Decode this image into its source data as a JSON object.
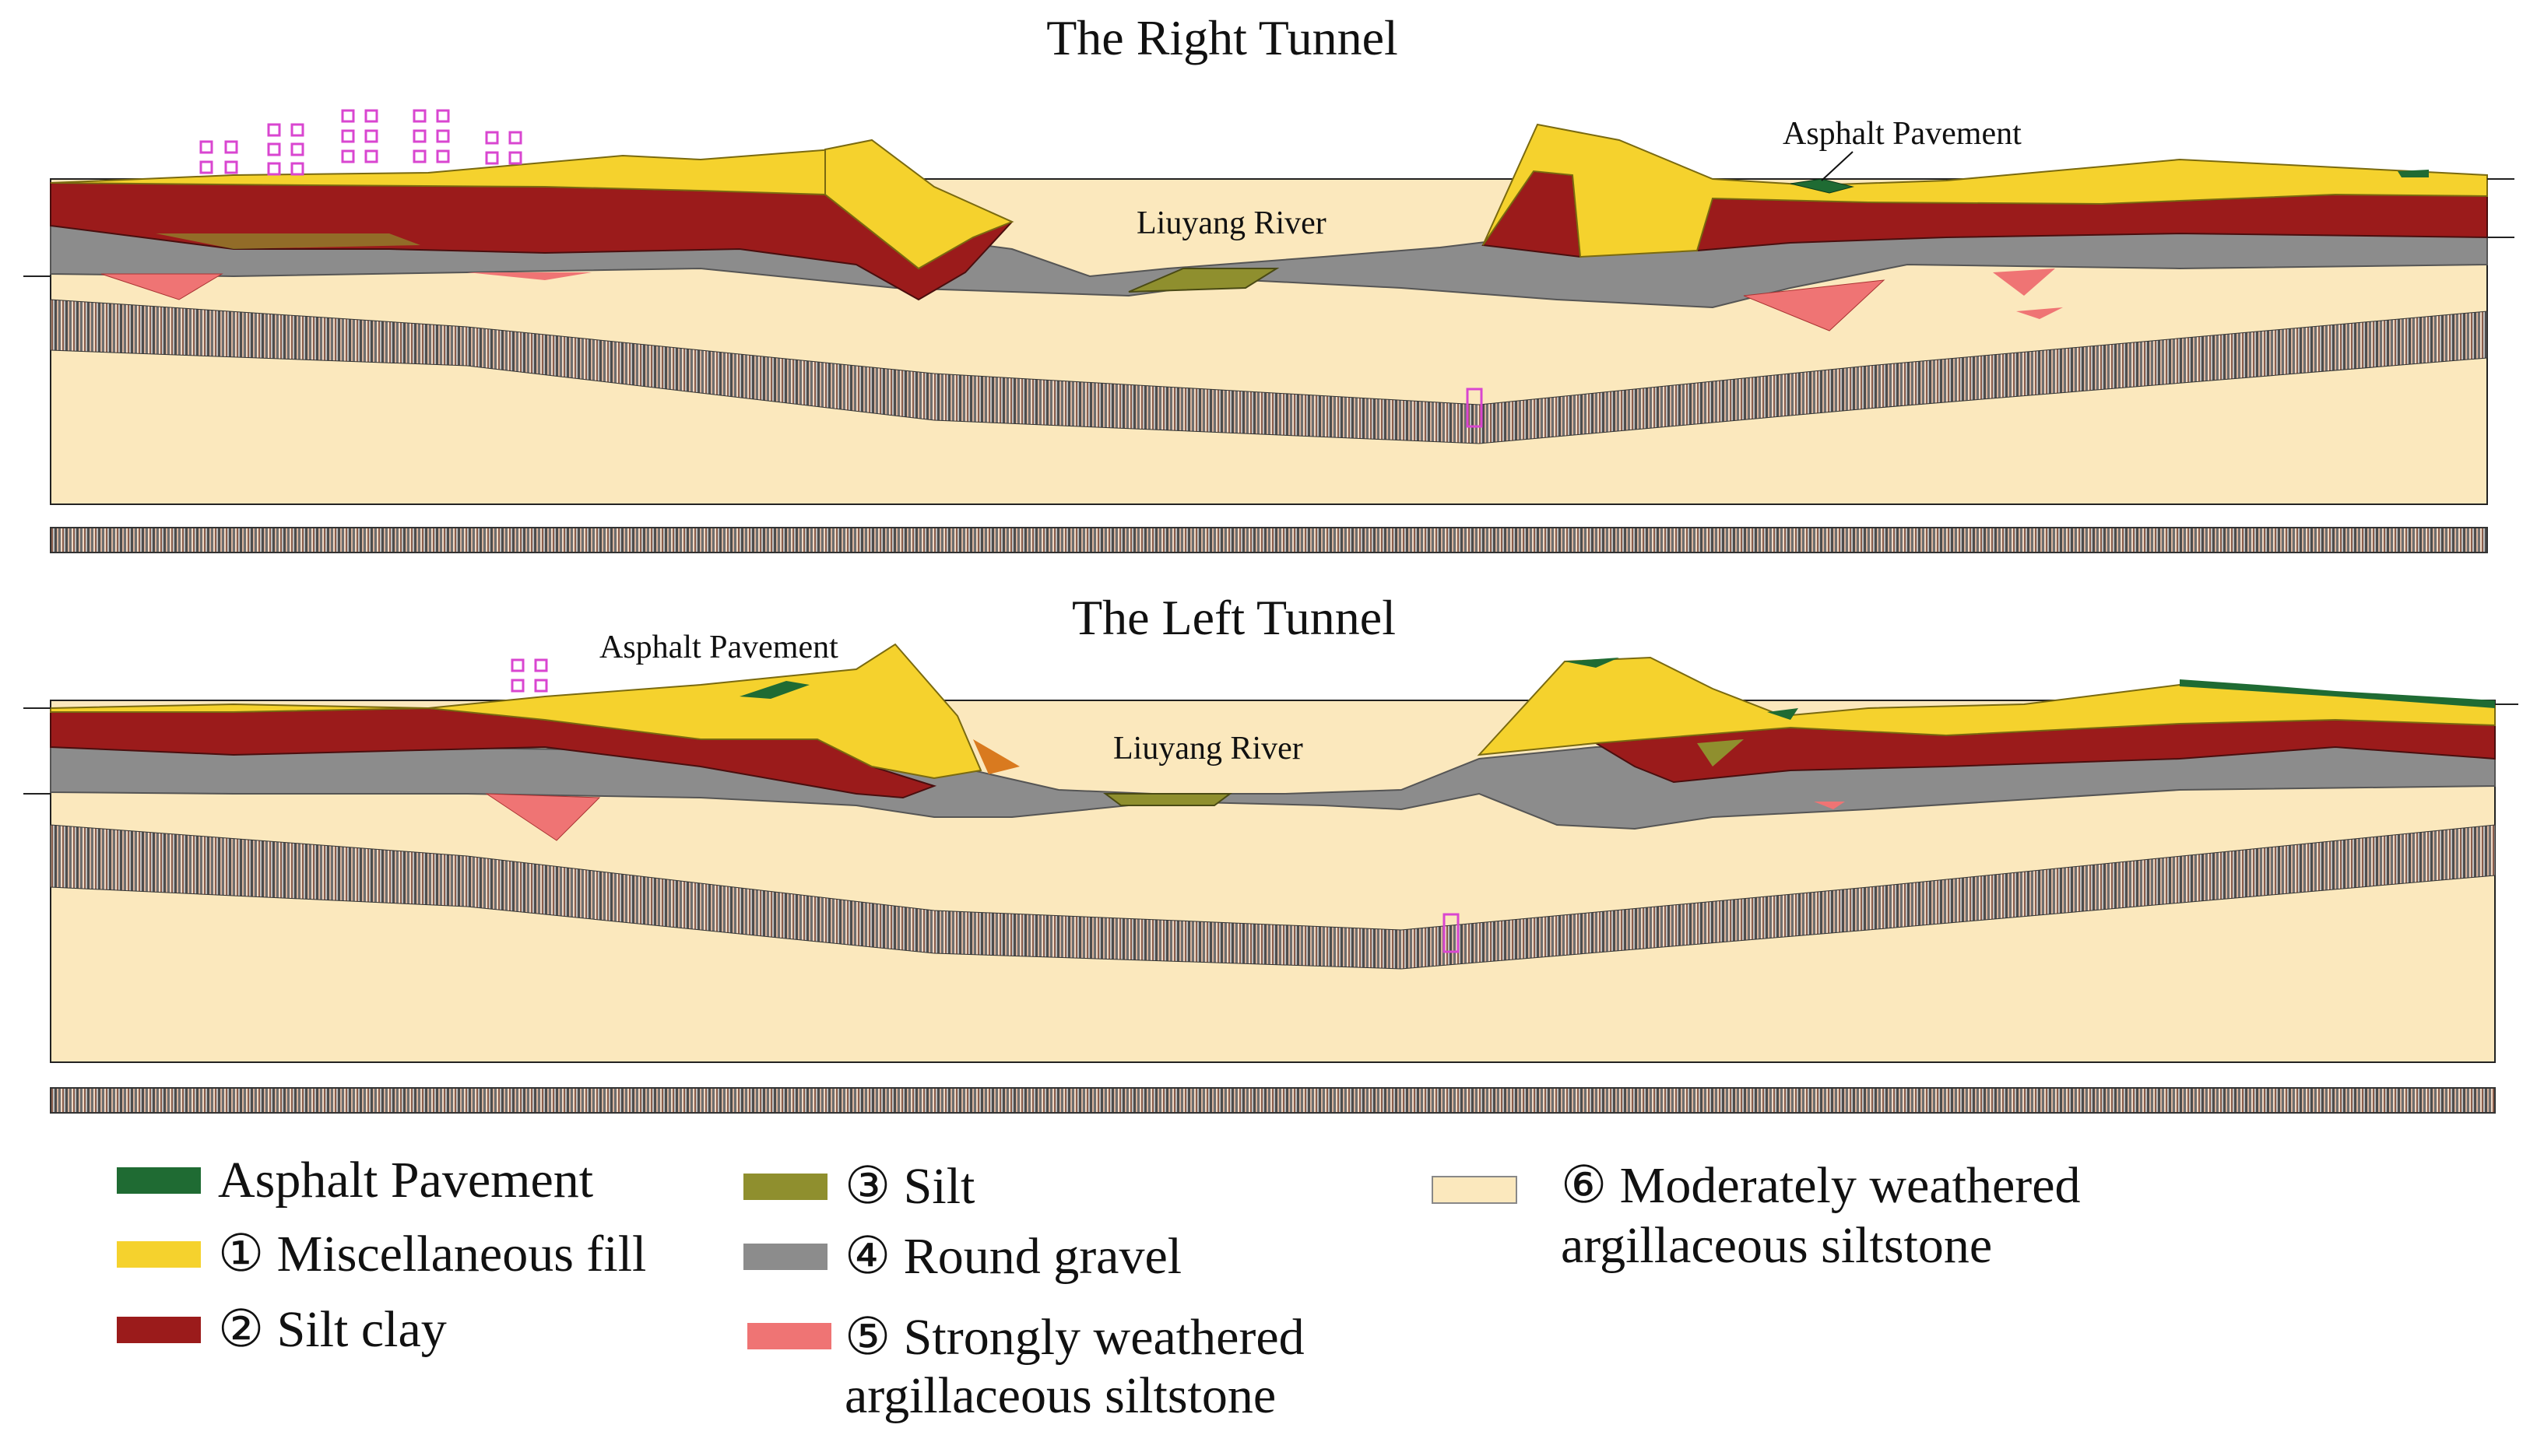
{
  "right_tunnel": {
    "title": "The Right Tunnel",
    "pavement_label": "Asphalt Pavement",
    "river_label": "Liuyang River"
  },
  "left_tunnel": {
    "title": "The Left Tunnel",
    "pavement_label": "Asphalt Pavement",
    "river_label": "Liuyang River"
  },
  "legend": [
    {
      "id": "asphalt",
      "lines": [
        "Asphalt Pavement"
      ],
      "color": "#1f6b33"
    },
    {
      "id": "fill",
      "lines": [
        "① Miscellaneous fill"
      ],
      "color": "#f5d22d"
    },
    {
      "id": "clay",
      "lines": [
        "② Silt clay"
      ],
      "color": "#9b1b1b"
    },
    {
      "id": "silt",
      "lines": [
        "③ Silt"
      ],
      "color": "#8f8f2e"
    },
    {
      "id": "gravel",
      "lines": [
        "④  Round gravel"
      ],
      "color": "#8c8c8c"
    },
    {
      "id": "strong",
      "lines": [
        "⑤  Strongly weathered",
        "argillaceous siltstone"
      ],
      "color": "#ef7474"
    },
    {
      "id": "moderate",
      "lines": [
        "⑥ Moderately weathered",
        "argillaceous siltstone"
      ],
      "color": "#fbe8bd"
    }
  ],
  "colors": {
    "asphalt": "#1f6b33",
    "fill": "#f5d22d",
    "clay": "#9b1b1b",
    "silt": "#8f8f2e",
    "gravel": "#8c8c8c",
    "strong": "#ef7474",
    "moderate": "#fbe8bd",
    "building": "#d946d0",
    "tunnel_stripes": [
      "#555555",
      "#c9a08a",
      "#6b6b6b",
      "#e8c9b0",
      "#7a5a4a",
      "#b9b9b9"
    ]
  }
}
